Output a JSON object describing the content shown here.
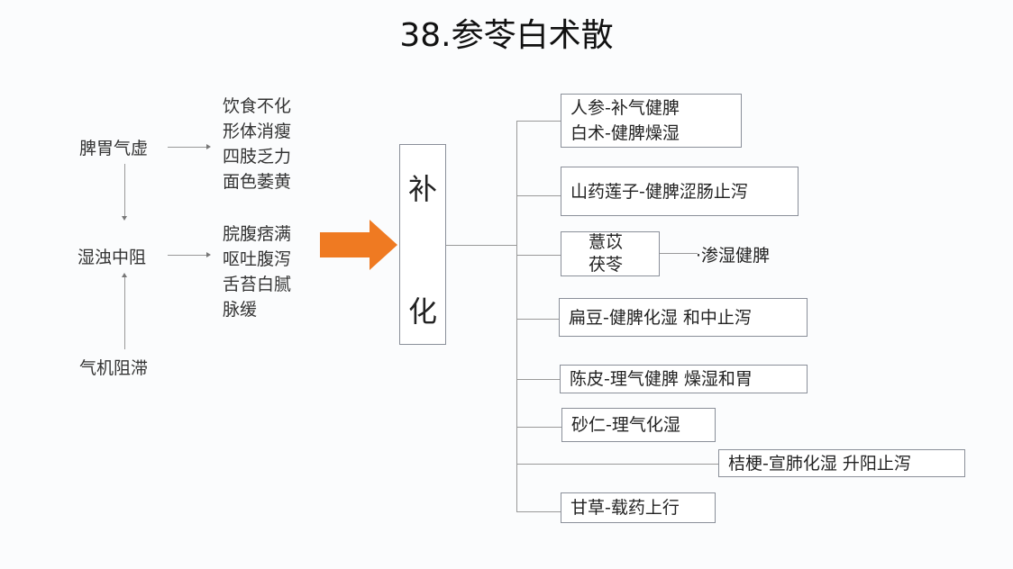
{
  "title": "38.参苓白术散",
  "causes": [
    "脾胃气虚",
    "湿浊中阻",
    "气机阻滞"
  ],
  "symptoms_group1": [
    "饮食不化",
    "形体消瘦",
    "四肢乏力",
    "面色萎黄"
  ],
  "symptoms_group2": [
    "脘腹痞满",
    "呕吐腹泻",
    "舌苔白腻",
    "脉缓"
  ],
  "center": {
    "char1": "补",
    "char2": "化"
  },
  "arrow_color": "#ef7a22",
  "herbs": {
    "b1_line1": "人参-补气健脾",
    "b1_line2": "白术-健脾燥湿",
    "b2": "山药莲子-健脾涩肠止泻",
    "b3_line1": "薏苡",
    "b3_line2": "茯苓",
    "b3_effect": "·渗湿健脾",
    "b4": "扁豆-健脾化湿  和中止泻",
    "b5": "陈皮-理气健脾  燥湿和胃",
    "b6": "砂仁-理气化湿",
    "b7": "桔梗-宣肺化湿  升阳止泻",
    "b8": "甘草-载药上行"
  }
}
